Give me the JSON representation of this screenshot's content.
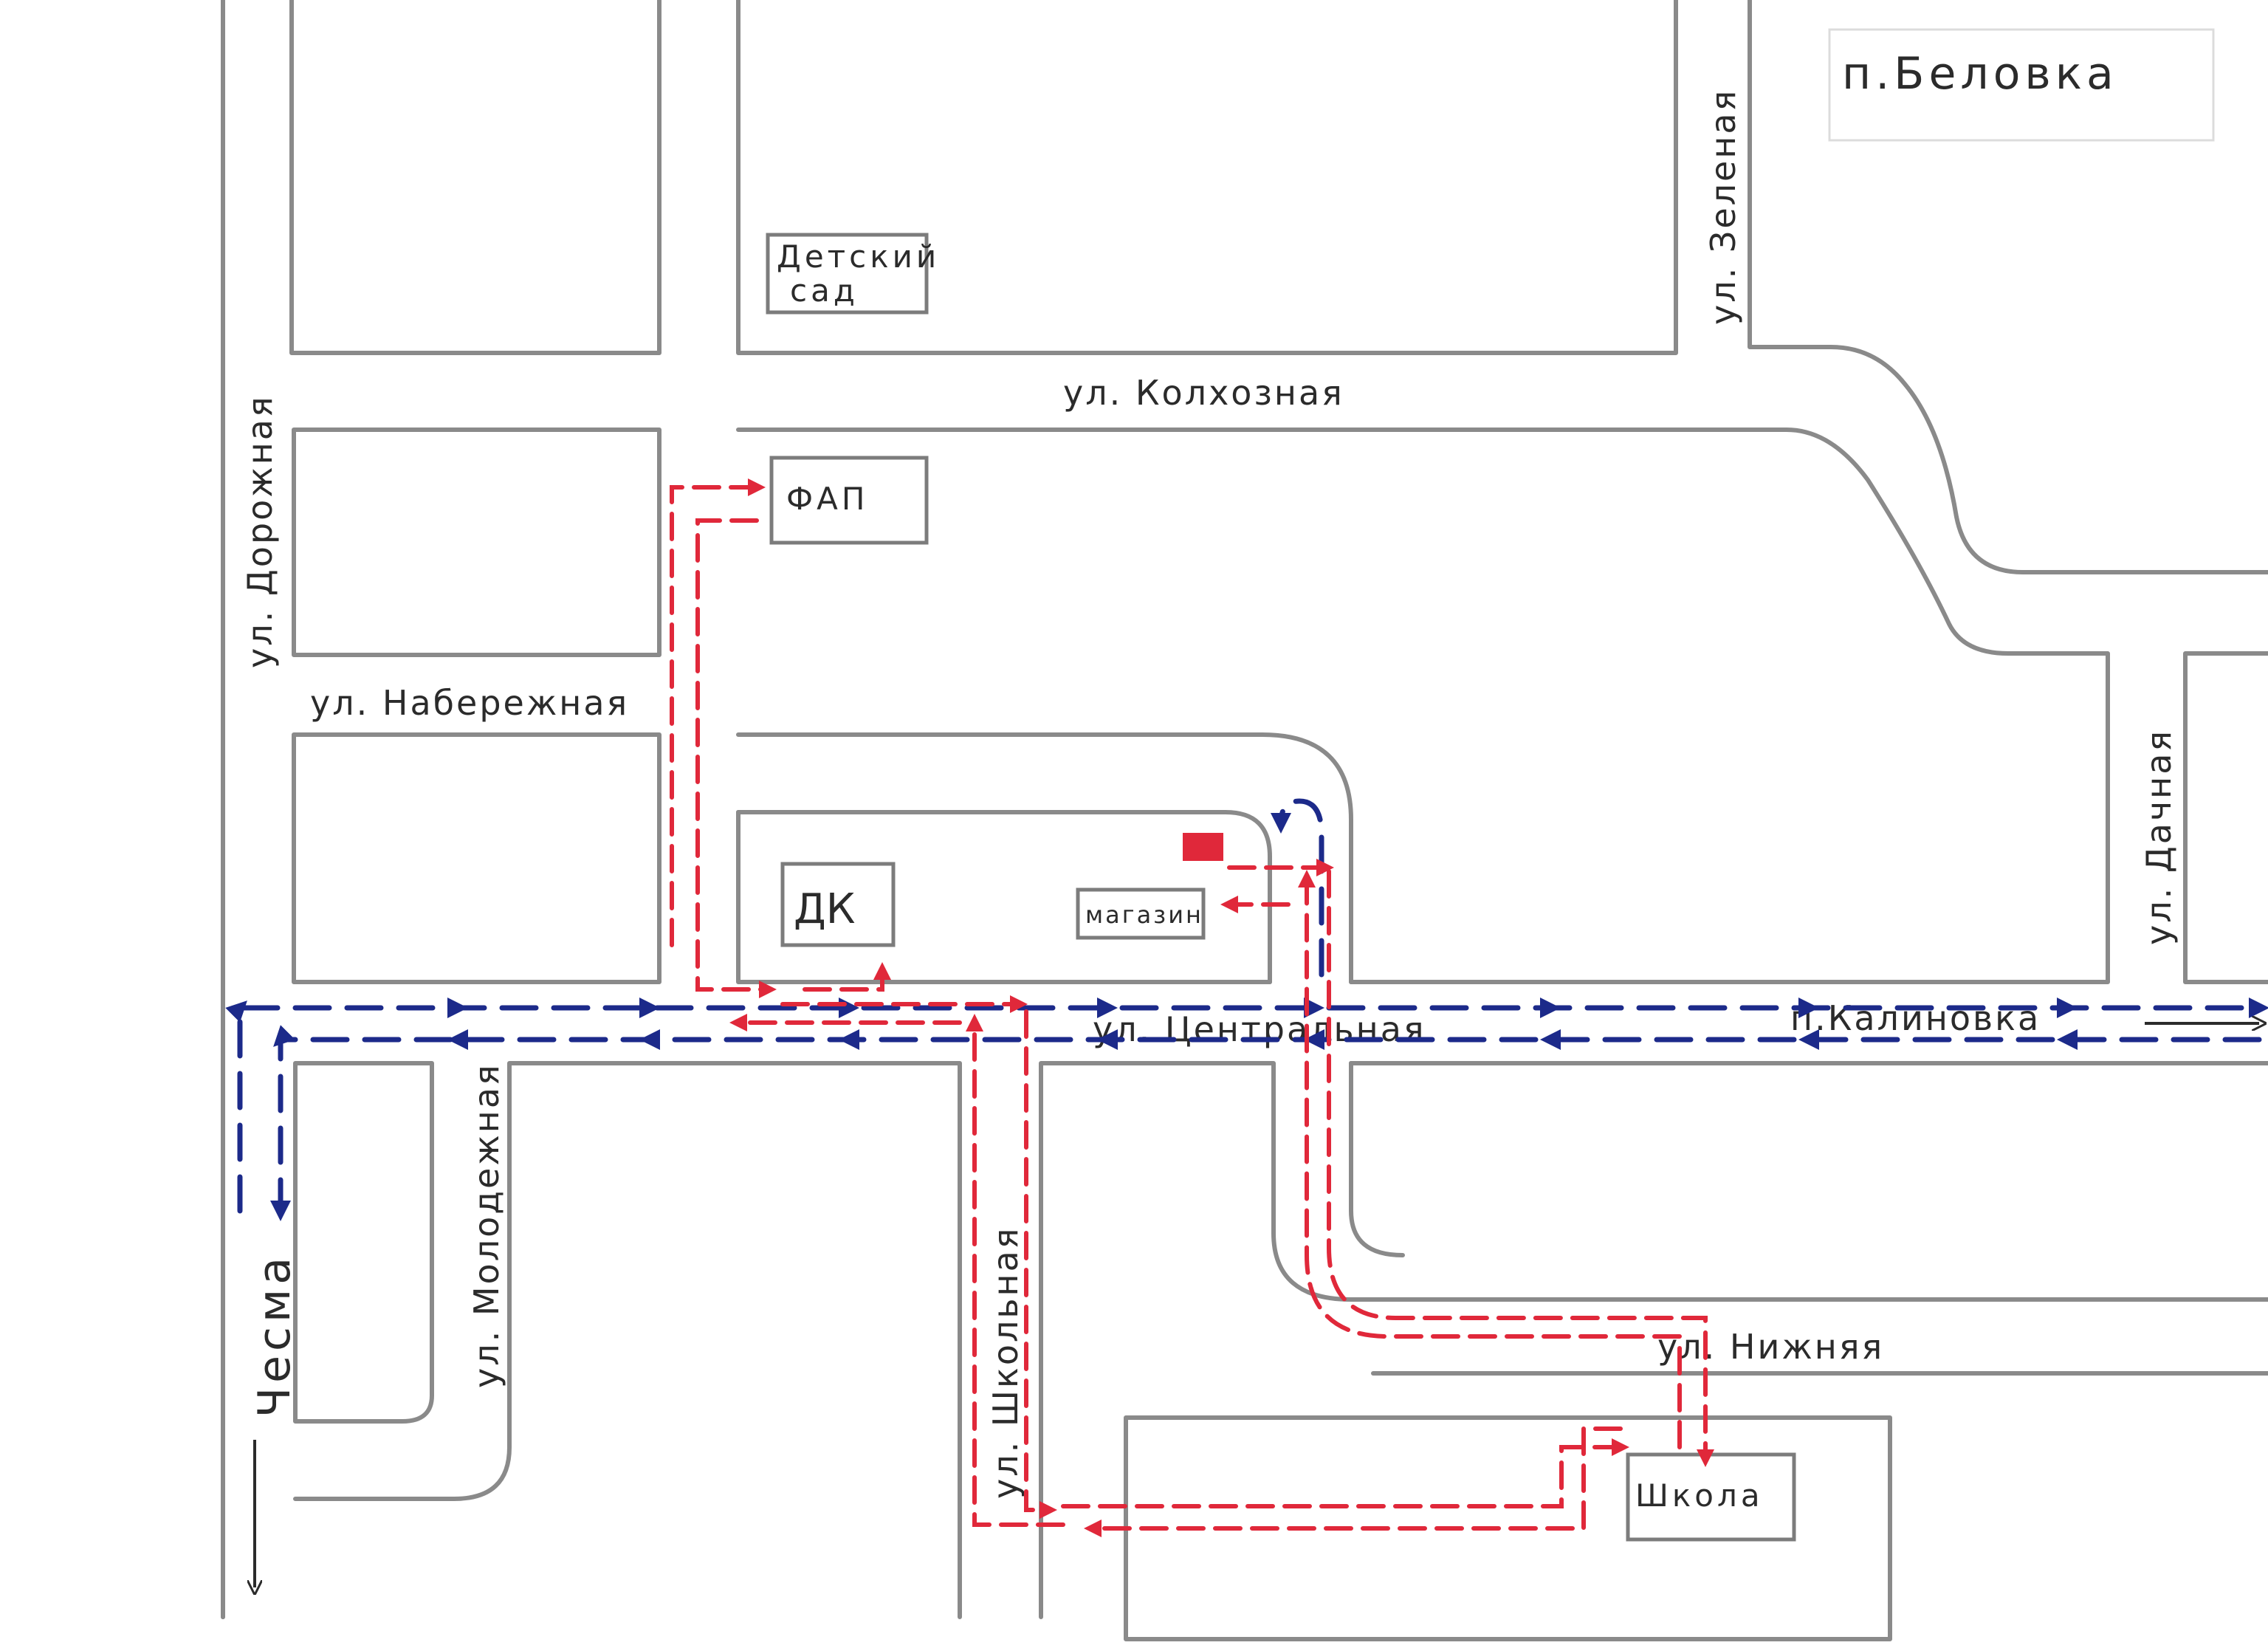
{
  "title": "п.Беловка",
  "streets": {
    "dorozhnaya": "ул. Дорожная",
    "kolkhoznaya": "ул. Колхозная",
    "naberezhnaya": "ул. Набережная",
    "zelenaya": "ул. Зеленая",
    "dachnaya": "ул. Дачная",
    "tsentralnaya": "ул. Центральная",
    "kalinovka": "п.Калиновка",
    "molodezhnaya": "ул. Молодежная",
    "shkolnaya": "ул. Школьная",
    "nizhnyaya": "ул. Нижняя",
    "chesma": "Чесма"
  },
  "buildings": {
    "kindergarten_line1": "Детский",
    "kindergarten_line2": "сад",
    "fap": "ФАП",
    "dk": "ДК",
    "shop": "магазин",
    "school": "Школа"
  },
  "colors": {
    "road_outline": "#8a8a8a",
    "vehicle_route": "#1c2a8a",
    "pedestrian_route": "#e0283a",
    "marker": "#e0283a"
  }
}
